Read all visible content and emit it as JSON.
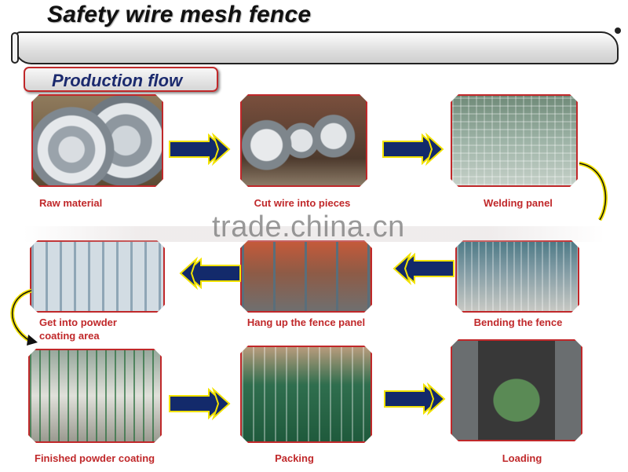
{
  "title": "Safety wire mesh fence",
  "section_label": "Production flow",
  "watermark": "trade.china.cn",
  "steps": [
    {
      "label": "Raw material"
    },
    {
      "label": "Cut wire into pieces"
    },
    {
      "label": "Welding panel"
    },
    {
      "label": "Bending the fence"
    },
    {
      "label": "Hang up the fence panel"
    },
    {
      "label_line1": "Get into powder",
      "label_line2": "coating area"
    },
    {
      "label": "Finished powder coating"
    },
    {
      "label": "Packing"
    },
    {
      "label": "Loading"
    }
  ],
  "colors": {
    "accent_red": "#c0282a",
    "arrow_navy": "#132a6b",
    "connector_yellow": "#f2e200"
  }
}
